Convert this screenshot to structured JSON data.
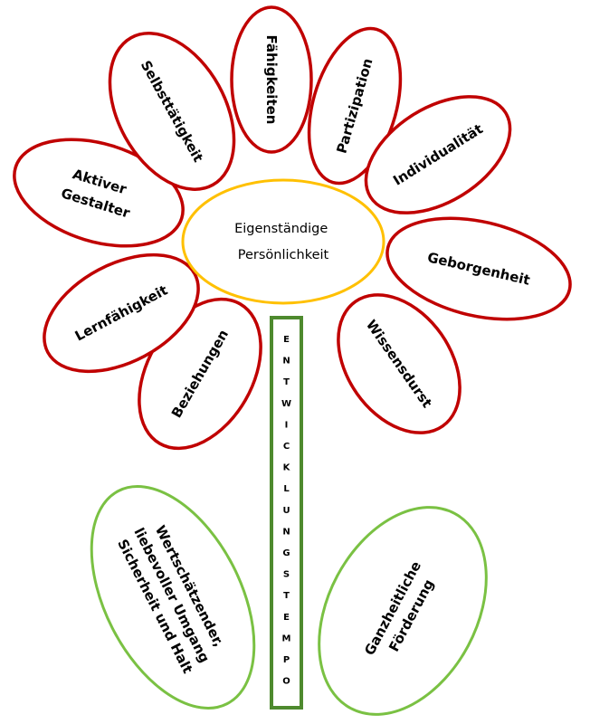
{
  "colors": {
    "petal_outline": "#c00000",
    "center_outline": "#ffc000",
    "leaf_outline": "#7ac143",
    "stem_outline": "#4e8a2e"
  },
  "center": {
    "line1": "Eigenständige",
    "line2": "Persönlichkeit"
  },
  "petals": [
    {
      "lines": [
        "Fähigkeiten"
      ]
    },
    {
      "lines": [
        "Partizipation"
      ]
    },
    {
      "lines": [
        "Individualität"
      ]
    },
    {
      "lines": [
        "Geborgenheit"
      ]
    },
    {
      "lines": [
        "Wissensdurst"
      ]
    },
    {
      "lines": [
        "Beziehungen"
      ]
    },
    {
      "lines": [
        "Lernfähigkeit"
      ]
    },
    {
      "lines": [
        "Aktiver",
        "Gestalter"
      ]
    },
    {
      "lines": [
        "Selbsttätigkeit"
      ]
    }
  ],
  "stem": {
    "letters": [
      "E",
      "N",
      "T",
      "W",
      "I",
      "C",
      "K",
      "L",
      "U",
      "N",
      "G",
      "S",
      "T",
      "E",
      "M",
      "P",
      "O"
    ]
  },
  "leaves": [
    {
      "lines": [
        "Wertschätzender,",
        "liebevoller Umgang",
        "Sicherheit und Halt"
      ]
    },
    {
      "lines": [
        "Ganzheitliche",
        "Förderung"
      ]
    }
  ]
}
